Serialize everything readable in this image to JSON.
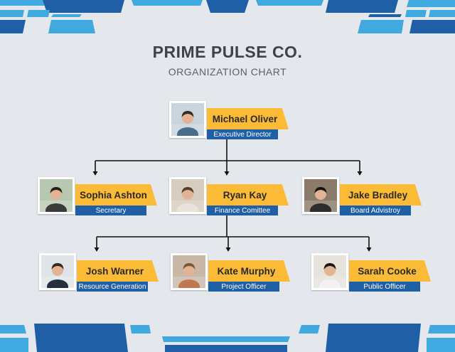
{
  "header": {
    "title": "PRIME PULSE CO.",
    "subtitle": "ORGANIZATION CHART"
  },
  "colors": {
    "background": "#e4e8ec",
    "name_tag": "#fbbb36",
    "role_tag": "#1e5fa6",
    "deco_dark": "#1e5fa6",
    "deco_light": "#3fa9e0",
    "connector": "#111111"
  },
  "nodes": [
    {
      "id": "michael",
      "name": "Michael Oliver",
      "role": "Executive Director",
      "photo_icon": "person-photo-icon"
    },
    {
      "id": "sophia",
      "name": "Sophia Ashton",
      "role": "Secretary",
      "photo_icon": "person-photo-icon"
    },
    {
      "id": "ryan",
      "name": "Ryan Kay",
      "role": "Finance Comittee",
      "photo_icon": "person-photo-icon"
    },
    {
      "id": "jake",
      "name": "Jake Bradley",
      "role": "Board Advistroy",
      "photo_icon": "person-photo-icon"
    },
    {
      "id": "josh",
      "name": "Josh Warner",
      "role": "Resource Generation",
      "photo_icon": "person-photo-icon"
    },
    {
      "id": "kate",
      "name": "Kate Murphy",
      "role": "Project Officer",
      "photo_icon": "person-photo-icon"
    },
    {
      "id": "sarah",
      "name": "Sarah Cooke",
      "role": "Public Officer",
      "photo_icon": "person-photo-icon"
    }
  ],
  "edges": [
    {
      "from": "michael",
      "to": "sophia"
    },
    {
      "from": "michael",
      "to": "ryan"
    },
    {
      "from": "michael",
      "to": "jake"
    },
    {
      "from": "ryan",
      "to": "josh"
    },
    {
      "from": "ryan",
      "to": "kate"
    },
    {
      "from": "ryan",
      "to": "sarah"
    }
  ]
}
